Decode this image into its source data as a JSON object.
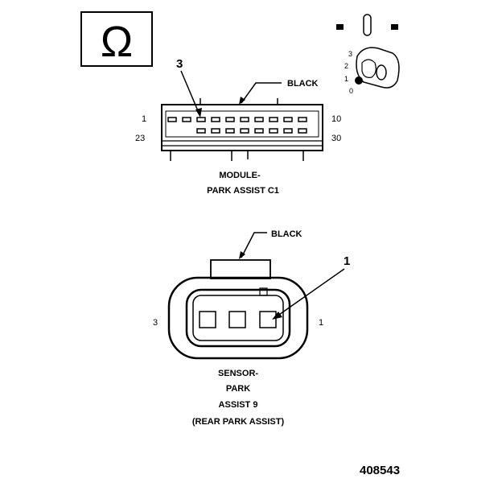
{
  "symbol": {
    "glyph": "Ω",
    "icon": "omega-icon"
  },
  "key_symbol": {
    "icon": "ignition-key-icon",
    "positions": [
      "3",
      "2",
      "1",
      "0"
    ]
  },
  "module_connector": {
    "color_label": "BLACK",
    "callout": "3",
    "pin_top_left": "1",
    "pin_top_right": "10",
    "pin_bottom_left": "23",
    "pin_bottom_right": "30",
    "name_line1": "MODULE-",
    "name_line2": "PARK ASSIST C1"
  },
  "sensor_connector": {
    "color_label": "BLACK",
    "callout": "1",
    "pin_left": "3",
    "pin_right": "1",
    "name_line1": "SENSOR-",
    "name_line2": "PARK",
    "name_line3": "ASSIST 9",
    "name_line4": "(REAR PARK ASSIST)"
  },
  "figure_number": "408543"
}
